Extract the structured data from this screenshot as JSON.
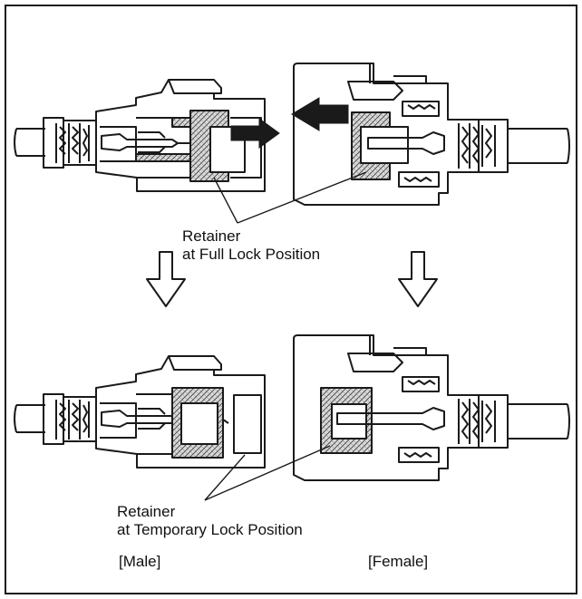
{
  "labels": {
    "retainer_full_line1": "Retainer",
    "retainer_full_line2": "at Full Lock Position",
    "retainer_temp_line1": "Retainer",
    "retainer_temp_line2": "at Temporary Lock Position",
    "male": "[Male]",
    "female": "[Female]"
  },
  "colors": {
    "line": "#1a1a1a",
    "hatch": "#8a8a8a",
    "background": "#ffffff"
  }
}
